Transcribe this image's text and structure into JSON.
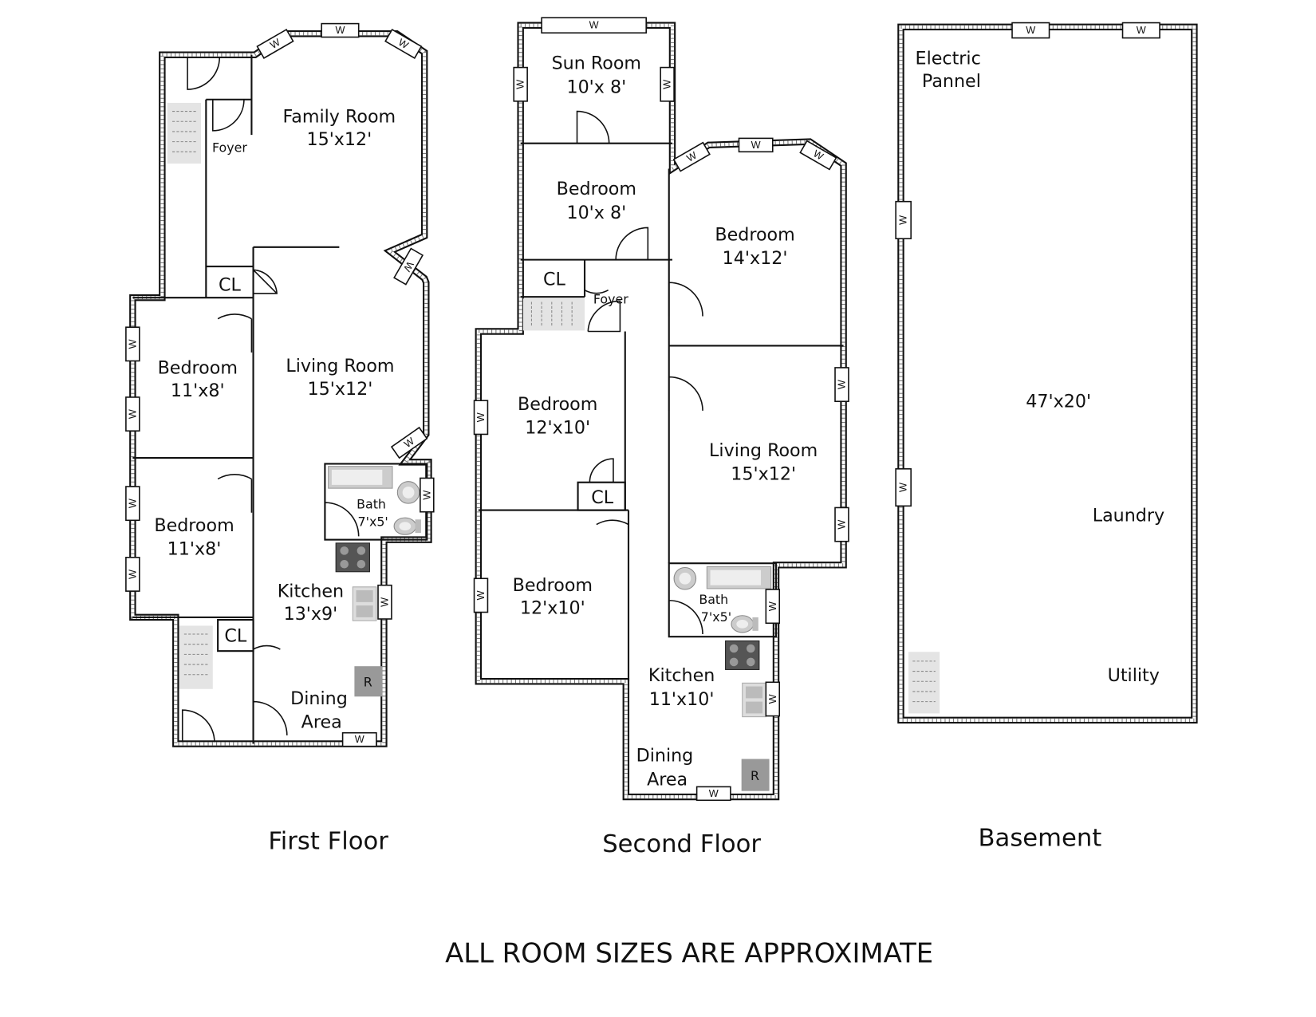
{
  "window_label": "W",
  "first_floor": {
    "title": "First Floor",
    "rooms": [
      {
        "name": "Family Room",
        "size": "15'x12'"
      },
      {
        "name": "Foyer"
      },
      {
        "name": "CL"
      },
      {
        "name": "Bedroom",
        "size": "11'x8'"
      },
      {
        "name": "Living Room",
        "size": "15'x12'"
      },
      {
        "name": "Bedroom",
        "size": "11'x8'"
      },
      {
        "name": "Bath",
        "size": "7'x5'"
      },
      {
        "name": "Kitchen",
        "size": "13'x9'"
      },
      {
        "name": "CL"
      },
      {
        "name": "Dining",
        "size": "Area"
      }
    ],
    "fridge_label": "R"
  },
  "second_floor": {
    "title": "Second Floor",
    "rooms": [
      {
        "name": "Sun Room",
        "size": "10'x 8'"
      },
      {
        "name": "Bedroom",
        "size": "10'x 8'"
      },
      {
        "name": "Bedroom",
        "size": "14'x12'"
      },
      {
        "name": "CL"
      },
      {
        "name": "Foyer"
      },
      {
        "name": "Bedroom",
        "size": "12'x10'"
      },
      {
        "name": "CL"
      },
      {
        "name": "Living Room",
        "size": "15'x12'"
      },
      {
        "name": "Bedroom",
        "size": "12'x10'"
      },
      {
        "name": "Bath",
        "size": "7'x5'"
      },
      {
        "name": "Kitchen",
        "size": "11'x10'"
      },
      {
        "name": "Dining",
        "size": "Area"
      }
    ],
    "fridge_label": "R"
  },
  "basement": {
    "title": "Basement",
    "electric_1": "Electric",
    "electric_2": "Pannel",
    "size": "47'x20'",
    "laundry": "Laundry",
    "utility": "Utility"
  },
  "footer_note": "ALL ROOM SIZES ARE APPROXIMATE"
}
